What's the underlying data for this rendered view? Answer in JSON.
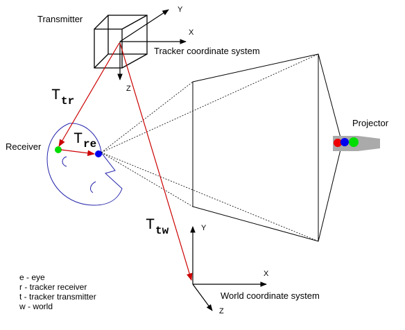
{
  "labels": {
    "transmitter": "Transmitter",
    "receiver": "Receiver",
    "projector": "Projector",
    "tracker_cs": "Tracker coordinate system",
    "world_cs": "World coordinate system"
  },
  "tracker_axes": {
    "x": "X",
    "y": "Y",
    "z": "Z"
  },
  "world_axes": {
    "x": "X",
    "y": "Y",
    "z": "Z"
  },
  "transforms": {
    "t_tr": {
      "symbol": "T",
      "sub": "tr"
    },
    "t_re": {
      "symbol": "T",
      "sub": "re"
    },
    "t_tw": {
      "symbol": "T",
      "sub": "tw"
    }
  },
  "legend": [
    "e - eye",
    "r - tracker receiver",
    "t - tracker transmitter",
    "w - world"
  ],
  "colors": {
    "transform_arrow": "#cc0000",
    "eye_dot": "#0000ee",
    "receiver_dot": "#00dd00",
    "head_outline": "#2222aa",
    "projector_body": "#aaaaaa",
    "projector_red": "#ee0000",
    "projector_blue": "#0000ee",
    "projector_green": "#00dd00"
  }
}
